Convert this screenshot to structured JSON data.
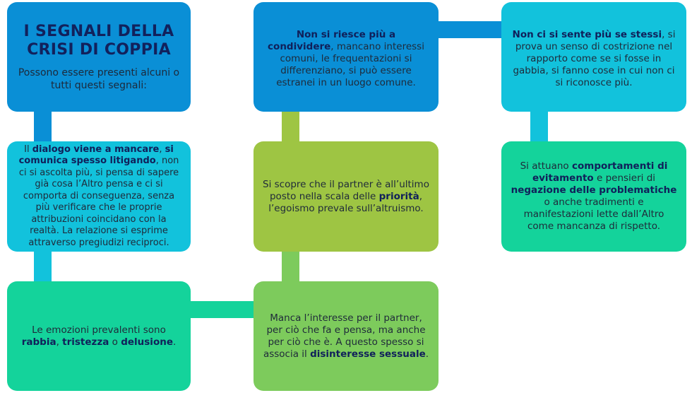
{
  "title": {
    "line1": "I SEGNALI DELLA",
    "line2": "CRISI DI COPPIA",
    "subtitle": "Possono essere presenti alcuni o tutti questi segnali:"
  },
  "boxes": {
    "dialogo": {
      "t1": "Il ",
      "b1": "dialogo viene a mancare",
      "t2": ", ",
      "b2": "si comunica spesso litigando",
      "t3": ", non ci si ascolta più, si pensa di sapere già cosa l’Altro pensa e ci si comporta di conseguenza, senza più verificare che le proprie attribuzioni coincidano con la realtà. La relazione si esprime attraverso pregiudizi reciproci."
    },
    "emozioni": {
      "t1": "Le emozioni prevalenti sono ",
      "b1": "rabbia",
      "t2": ", ",
      "b2": "tristezza",
      "t3": " o ",
      "b3": "delusione",
      "t4": "."
    },
    "interesse": {
      "t1": "Manca l’interesse per il partner, per ciò che fa e pensa, ma anche per ciò che è. A questo spesso si associa il ",
      "b1": "disinteresse sessuale",
      "t2": "."
    },
    "priorita": {
      "t1": "Si scopre che il partner è all’ultimo posto nella scala delle ",
      "b1": "priorità",
      "t2": ", l’egoismo prevale sull’altruismo."
    },
    "condividere": {
      "b1": "Non si riesce più a condividere",
      "t1": ", mancano interessi comuni, le frequentazioni si differenziano, si può essere estranei in un luogo comune."
    },
    "stessi": {
      "b1": "Non ci si sente più se stessi",
      "t1": ", si prova un senso di costrizione nel rapporto come se si fosse in gabbia, si fanno cose in cui non ci si riconosce più."
    },
    "evitamento": {
      "t1": "Si attuano ",
      "b1": "comportamenti di evitamento",
      "t2": " e pensieri di ",
      "b2": "negazione delle problematiche",
      "t3": " o anche tradimenti e manifestazioni lette dall’Altro come mancanza di rispetto."
    }
  },
  "colors": {
    "blue": "#0a8fd6",
    "cyan": "#12c2dc",
    "teal": "#14d39b",
    "olive": "#9ec543",
    "green": "#7dcb5c"
  }
}
